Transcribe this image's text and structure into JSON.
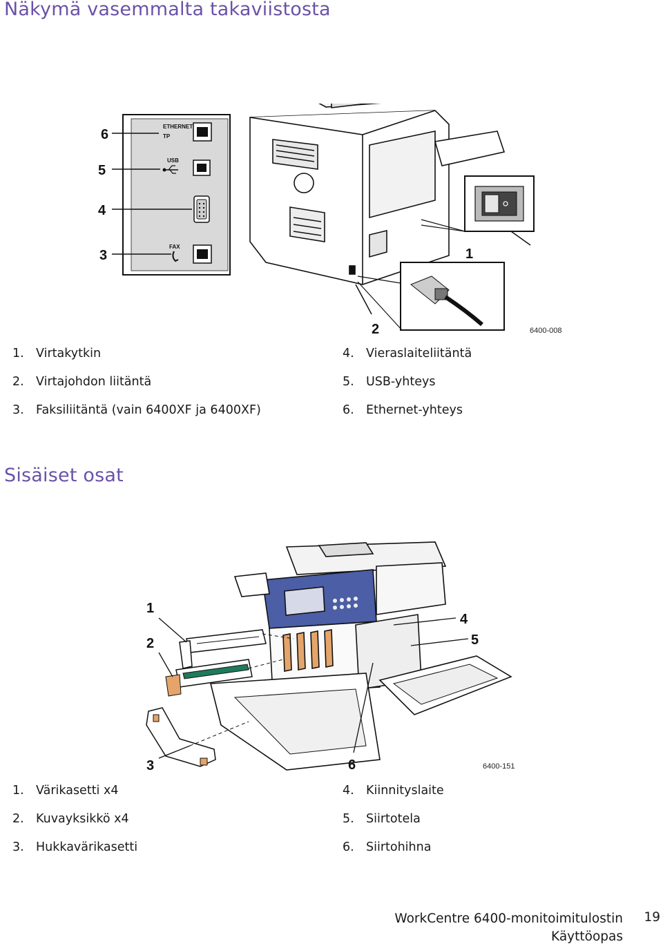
{
  "section1": {
    "title": "Näkymä vasemmalta takaviistosta",
    "figure_code": "6400-008",
    "panel_labels": {
      "ethernet": "ETHERNET",
      "tp": "TP",
      "usb": "USB",
      "fax": "FAX"
    },
    "callouts": [
      "6",
      "5",
      "4",
      "3",
      "1",
      "2"
    ],
    "items_left": [
      {
        "num": "1.",
        "text": "Virtakytkin"
      },
      {
        "num": "2.",
        "text": "Virtajohdon liitäntä"
      },
      {
        "num": "3.",
        "text": "Faksiliitäntä (vain 6400XF ja 6400XF)"
      }
    ],
    "items_right": [
      {
        "num": "4.",
        "text": "Vieraslaiteliitäntä"
      },
      {
        "num": "5.",
        "text": "USB-yhteys"
      },
      {
        "num": "6.",
        "text": "Ethernet-yhteys"
      }
    ]
  },
  "section2": {
    "title": "Sisäiset osat",
    "figure_code": "6400-151",
    "callouts": [
      "1",
      "2",
      "3",
      "4",
      "5",
      "6"
    ],
    "items_left": [
      {
        "num": "1.",
        "text": "Värikasetti x4"
      },
      {
        "num": "2.",
        "text": "Kuvayksikkö x4"
      },
      {
        "num": "3.",
        "text": "Hukkavärikasetti"
      }
    ],
    "items_right": [
      {
        "num": "4.",
        "text": "Kiinnityslaite"
      },
      {
        "num": "5.",
        "text": "Siirtotela"
      },
      {
        "num": "6.",
        "text": "Siirtohihna"
      }
    ]
  },
  "footer": {
    "line1": "WorkCentre 6400-monitoimitulostin",
    "line2": "Käyttöopas",
    "page": "19"
  }
}
